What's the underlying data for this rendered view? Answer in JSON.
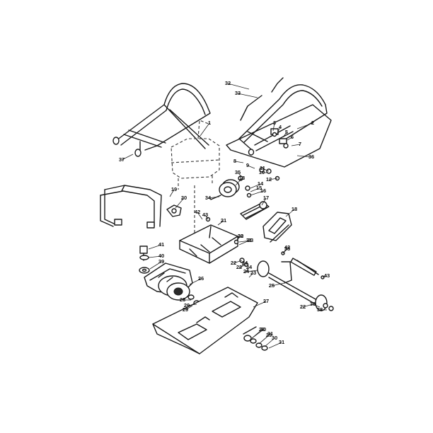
{
  "callouts": [
    "1",
    "2",
    "3",
    "4",
    "5",
    "6",
    "7",
    "8",
    "9",
    "10",
    "11",
    "12",
    "13",
    "14",
    "15",
    "16",
    "17",
    "18",
    "19",
    "20",
    "21",
    "22",
    "23",
    "24",
    "25",
    "26",
    "27",
    "28",
    "29",
    "30",
    "31",
    "32",
    "33",
    "34",
    "35",
    "36",
    "37",
    "38",
    "39",
    "40",
    "41",
    "42",
    "43",
    "22",
    "23",
    "24",
    "24",
    "23",
    "22",
    "38",
    "38",
    "42",
    "43",
    "31",
    "30",
    "29",
    "28",
    "29",
    "30",
    "31"
  ],
  "colors": {
    "line": "#1a1a1a",
    "background": "#ffffff"
  }
}
